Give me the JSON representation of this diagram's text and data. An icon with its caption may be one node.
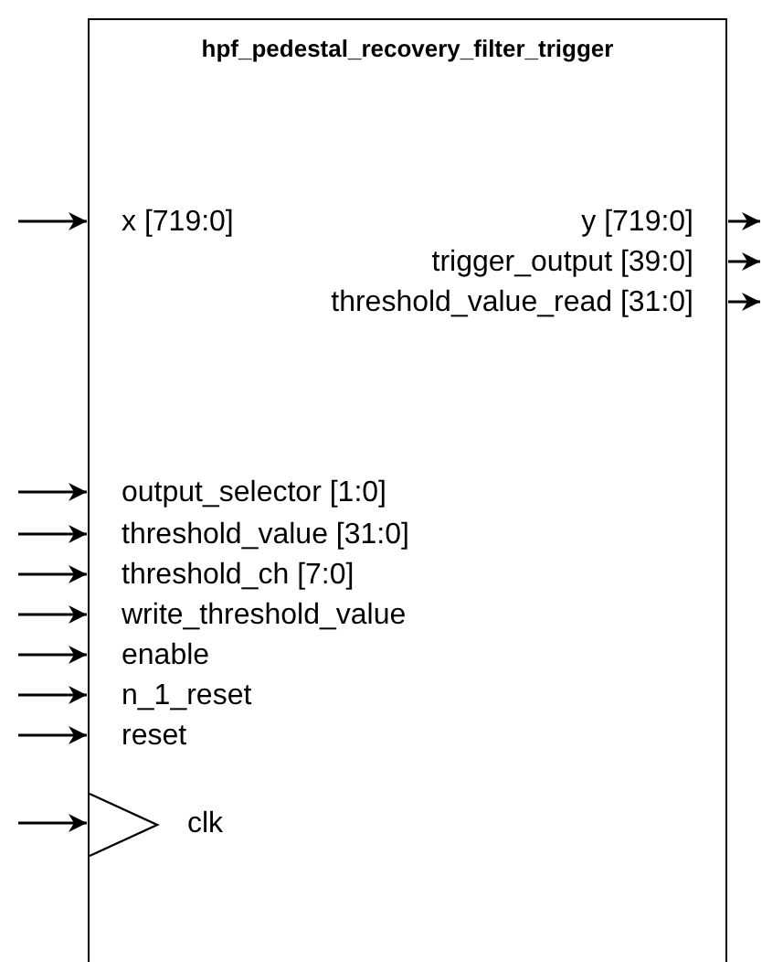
{
  "diagram": {
    "nodes": [
      {
        "text": [
          "hpf_pedestal_recovery_filter_trigger"
        ]
      },
      {
        "text": [
          "x [719:0]"
        ],
        "in": 0
      },
      {
        "text": [
          "y [719:0]"
        ],
        "in": 0
      },
      {
        "text": [
          "trigger_output [39:0]"
        ],
        "in": 0
      },
      {
        "text": [
          "threshold_value_read [31:0]"
        ],
        "in": 0
      },
      {
        "text": [
          "output_selector [1:0]"
        ],
        "in": 0
      },
      {
        "text": [
          "threshold_value [31:0]"
        ],
        "in": 0
      },
      {
        "text": [
          "threshold_ch [7:0]"
        ],
        "in": 0
      },
      {
        "text": [
          "write_threshold_value"
        ],
        "in": 0
      },
      {
        "text": [
          "enable"
        ],
        "in": 0
      },
      {
        "text": [
          "n_1_reset"
        ],
        "in": 0
      },
      {
        "text": [
          "reset"
        ],
        "in": 0
      },
      {
        "text": [
          "clk"
        ],
        "in": 0
      }
    ],
    "edges": [
      {
        "from": null,
        "to": 1,
        "arrow": "to"
      },
      {
        "from": 2,
        "to": null,
        "arrow": "to"
      },
      {
        "from": 3,
        "to": null,
        "arrow": "to"
      },
      {
        "from": 4,
        "to": null,
        "arrow": "to"
      },
      {
        "from": null,
        "to": 5,
        "arrow": "to"
      },
      {
        "from": null,
        "to": 6,
        "arrow": "to"
      },
      {
        "from": null,
        "to": 7,
        "arrow": "to"
      },
      {
        "from": null,
        "to": 8,
        "arrow": "to"
      },
      {
        "from": null,
        "to": 9,
        "arrow": "to"
      },
      {
        "from": null,
        "to": 10,
        "arrow": "to"
      },
      {
        "from": null,
        "to": 11,
        "arrow": "to"
      },
      {
        "from": null,
        "to": 12,
        "arrow": "to"
      }
    ]
  }
}
